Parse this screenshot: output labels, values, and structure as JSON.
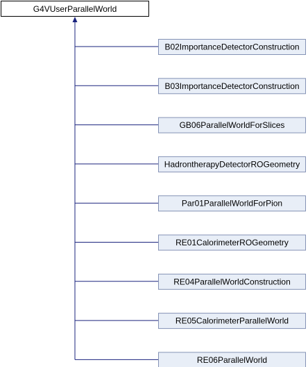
{
  "diagram": {
    "base_class": "G4VUserParallelWorld",
    "derived_classes": [
      "B02ImportanceDetectorConstruction",
      "B03ImportanceDetectorConstruction",
      "GB06ParallelWorldForSlices",
      "HadrontherapyDetectorROGeometry",
      "Par01ParallelWorldForPion",
      "RE01CalorimeterROGeometry",
      "RE04ParallelWorldConstruction",
      "RE05CalorimeterParallelWorld",
      "RE06ParallelWorld"
    ]
  },
  "colors": {
    "base_fill": "#ffffff",
    "base_stroke": "#000000",
    "child_fill": "#e8eef7",
    "child_stroke": "#8492b5",
    "edge": "#1a237e",
    "text": "#000000"
  }
}
